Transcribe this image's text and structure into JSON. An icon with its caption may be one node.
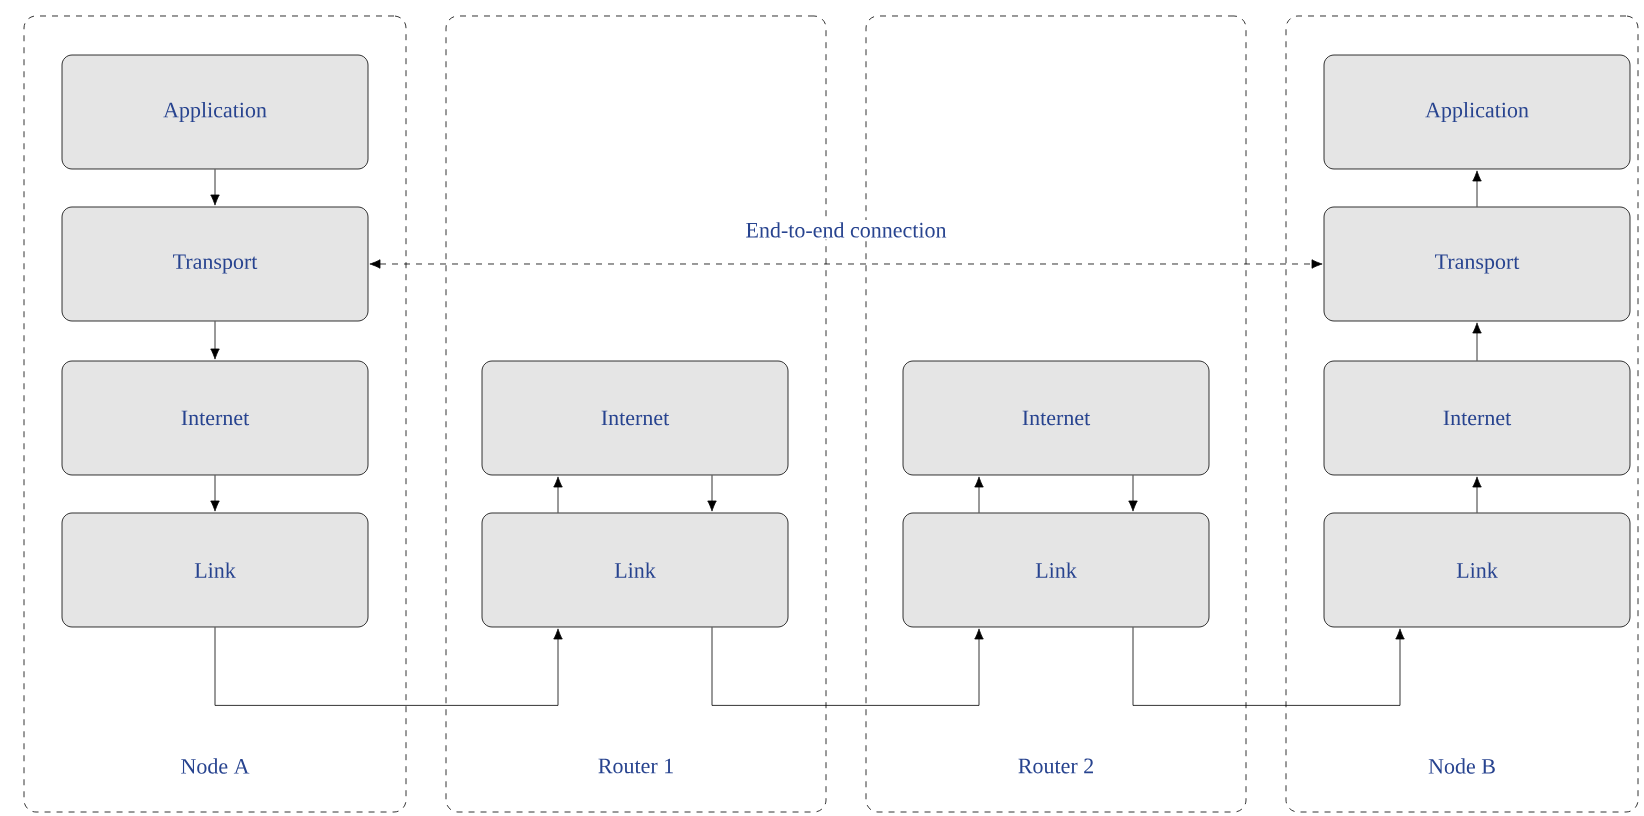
{
  "diagram": {
    "nodes": [
      {
        "text": [
          "Node A"
        ]
      },
      {
        "text": [
          "Application"
        ],
        "in": 0
      },
      {
        "text": [
          "Transport"
        ],
        "in": 0
      },
      {
        "text": [
          "Internet"
        ],
        "in": 0
      },
      {
        "text": [
          "Link"
        ],
        "in": 0
      },
      {
        "text": [
          "Router 1"
        ]
      },
      {
        "text": [
          "Internet"
        ],
        "in": 5
      },
      {
        "text": [
          "Link"
        ],
        "in": 5
      },
      {
        "text": [
          "Router 2"
        ]
      },
      {
        "text": [
          "Internet"
        ],
        "in": 8
      },
      {
        "text": [
          "Link"
        ],
        "in": 8
      },
      {
        "text": [
          "Node B"
        ]
      },
      {
        "text": [
          "Application"
        ],
        "in": 11
      },
      {
        "text": [
          "Transport"
        ],
        "in": 11
      },
      {
        "text": [
          "Internet"
        ],
        "in": 11
      },
      {
        "text": [
          "Link"
        ],
        "in": 11
      }
    ],
    "edges": [
      {
        "from": 1,
        "to": 2,
        "arrow": "to"
      },
      {
        "from": 2,
        "to": 3,
        "arrow": "to"
      },
      {
        "from": 3,
        "to": 4,
        "arrow": "to"
      },
      {
        "from": 4,
        "to": 7,
        "arrow": "to"
      },
      {
        "from": 7,
        "to": 6,
        "arrow": "to"
      },
      {
        "from": 6,
        "to": 7,
        "arrow": "to"
      },
      {
        "from": 7,
        "to": 10,
        "arrow": "to"
      },
      {
        "from": 10,
        "to": 9,
        "arrow": "to"
      },
      {
        "from": 9,
        "to": 10,
        "arrow": "to"
      },
      {
        "from": 10,
        "to": 15,
        "arrow": "to"
      },
      {
        "from": 15,
        "to": 14,
        "arrow": "to"
      },
      {
        "from": 14,
        "to": 13,
        "arrow": "to"
      },
      {
        "from": 13,
        "to": 12,
        "arrow": "to"
      },
      {
        "from": 2,
        "to": 13,
        "arrow": "both",
        "style": "dashed",
        "label": "End-to-end connection"
      }
    ]
  }
}
